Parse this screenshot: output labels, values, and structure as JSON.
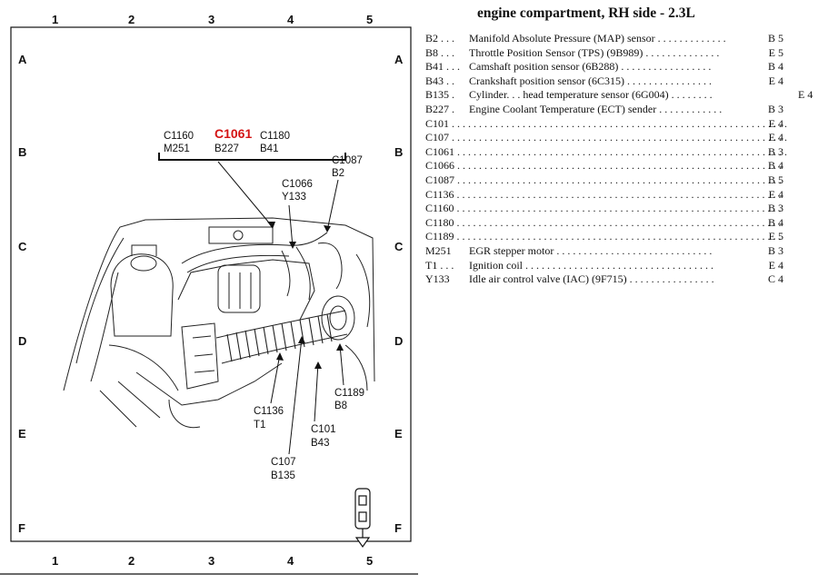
{
  "diagram": {
    "grid_columns": [
      "1",
      "2",
      "3",
      "4",
      "5"
    ],
    "grid_rows": [
      "A",
      "B",
      "C",
      "D",
      "E",
      "F"
    ],
    "callouts": {
      "c1160": "C1160",
      "m251": "M251",
      "c1061": "C1061",
      "b227": "B227",
      "c1180": "C1180",
      "b41": "B41",
      "c1087": "C1087",
      "b2": "B2",
      "c1066": "C1066",
      "y133": "Y133",
      "c1136": "C1136",
      "t1": "T1",
      "c101": "C101",
      "b43": "B43",
      "c1189": "C1189",
      "b8": "B8",
      "c107": "C107",
      "b135": "B135"
    },
    "colors": {
      "highlight": "#d41414",
      "line": "#111111"
    }
  },
  "legend": {
    "title": "engine compartment, RH side - 2.3L",
    "rows": [
      {
        "code": "B2 . . .",
        "desc": "Manifold Absolute Pressure (MAP) sensor . . . . . . . . . . . . .",
        "loc": "B 5"
      },
      {
        "code": "B8 . . .",
        "desc": "Throttle Position Sensor (TPS) (9B989) . . . . . . . . . . . . . .",
        "loc": "E 5"
      },
      {
        "code": "B41 . . .",
        "desc": "Camshaft position sensor (6B288) . . . . . . . . . . . . . . . . .",
        "loc": "B 4"
      },
      {
        "code": "B43 . .",
        "desc": "Crankshaft position sensor (6C315) . . . . . . . . . . . . . . . .",
        "loc": "E 4"
      },
      {
        "code": "B135 .",
        "desc": "Cylinder. .  . head temperature sensor (6G004) . . . . . . . .",
        "loc": "E 4"
      },
      {
        "code": "B227 .",
        "desc": "Engine Coolant Temperature (ECT) sender . . . . . . . . . . . .",
        "loc": "B 3"
      },
      {
        "code": "C101 . . . . . . . . . . . . . . . . . . . . . . . . . . . . . . . . . . . . . . . . . . . . . . . . . . . . . . . . . . . . . .",
        "desc": "",
        "loc": "E 4"
      },
      {
        "code": "C107 . . . . . . . . . . . . . . . . . . . . . . . . . . . . . . . . . . . . . . . . . . . . . . . . . . . . . . . . . . . . . .",
        "desc": "",
        "loc": "E 4"
      },
      {
        "code": "C1061 . . . . . . . . . . . . . . . . . . . . . . . . . . . . . . . . . . . . . . . . . . . . . . . . . . . . . . . . . . . . .",
        "desc": "",
        "loc": "B 3"
      },
      {
        "code": "C1066 . . . . . . . . . . . . . . . . . . . . . . . . . . . . . . . . . . . . . . . . . . . . . . . . . . . . . . . . . . . .",
        "desc": "",
        "loc": "B 4"
      },
      {
        "code": "C1087 . . . . . . . . . . . . . . . . . . . . . . . . . . . . . . . . . . . . . . . . . . . . . . . . . . . . . . . . . . . .",
        "desc": "",
        "loc": "B 5"
      },
      {
        "code": "C1136 . . . . . . . . . . . . . . . . . . . . . . . . . . . . . . . . . . . . . . . . . . . . . . . . . . . . . . . . . . . .",
        "desc": "",
        "loc": "E 4"
      },
      {
        "code": "C1160 . . . . . . . . . . . . . . . . . . . . . . . . . . . . . . . . . . . . . . . . . . . . . . . . . . . . . . . . . . . .",
        "desc": "",
        "loc": "B 3"
      },
      {
        "code": "C1180 . . . . . . . . . . . . . . . . . . . . . . . . . . . . . . . . . . . . . . . . . . . . . . . . . . . . . . . . . . . .",
        "desc": "",
        "loc": "B 4"
      },
      {
        "code": "C1189 . . . . . . . . . . . . . . . . . . . . . . . . . . . . . . . . . . . . . . . . . . . . . . . . . . . . . . . . . . . .",
        "desc": "",
        "loc": "E 5"
      },
      {
        "code": "M251",
        "desc": "EGR stepper motor . . . . . . . . . . . . . . . . . . . . . . . . . . . . .",
        "loc": "B 3"
      },
      {
        "code": "T1 . . .",
        "desc": "Ignition coil . . . . . . . . . . . . . . . . . . . . . . . . . . . . . . . . . . .",
        "loc": "E 4"
      },
      {
        "code": "Y133",
        "desc": "Idle air control valve (IAC) (9F715) . . . . . . . . . . . . . . . .",
        "loc": "C 4"
      }
    ]
  }
}
